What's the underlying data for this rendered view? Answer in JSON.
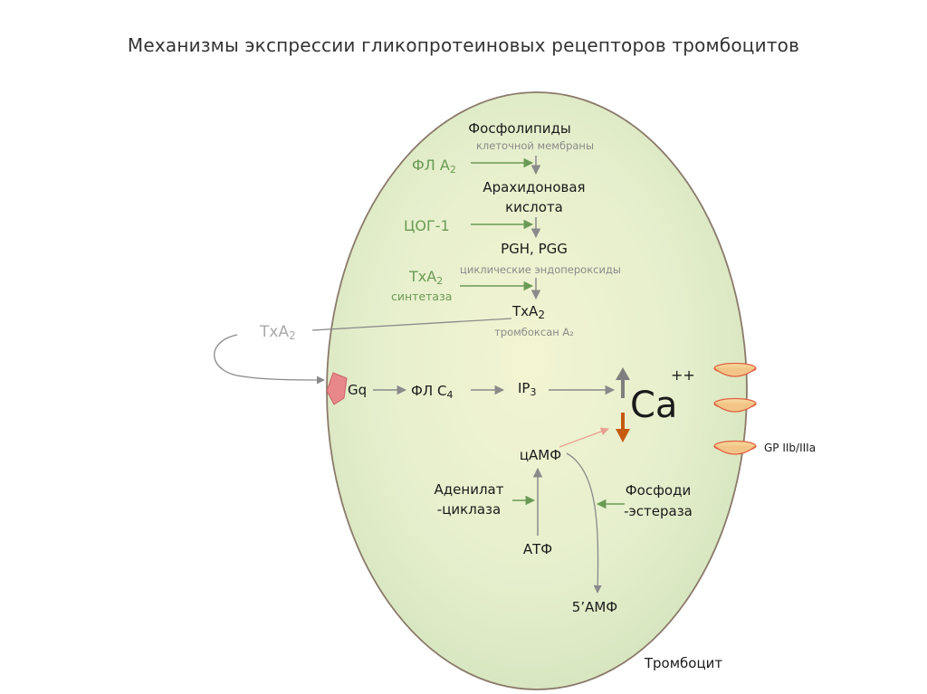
{
  "title": "Механизмы экспрессии гликопротеиновых рецепторов тромбоцитов",
  "pathway": {
    "phospholipids": "Фосфолипиды",
    "phospholipids_sub": "клеточной мембраны",
    "pla2": "ФЛ А",
    "pla2_sub": "2",
    "arachidonic_1": "Арахидоновая",
    "arachidonic_2": "кислота",
    "cox1": "ЦОГ-1",
    "pgh_pgg": "PGH, PGG",
    "pgh_pgg_sub": "циклические эндопероксиды",
    "txa2_synthase_1": "TxA",
    "txa2_synthase_sub": "2",
    "txa2_synthase_2": "синтетаза",
    "txa2_product": "TxA",
    "txa2_product_sub": "2",
    "thromboxane": "тромбоксан А₂",
    "txa2_external": "TxA",
    "txa2_external_sub": "2"
  },
  "signaling": {
    "gq": "Gq",
    "plc": "ФЛ С",
    "plc_sub": "4",
    "ip3": "IP",
    "ip3_sub": "3",
    "ca": "Ca",
    "ca_charge": "++"
  },
  "camp": {
    "camp": "цАМФ",
    "adenylate_1": "Аденилат",
    "adenylate_2": "-циклаза",
    "atp": "АТФ",
    "pde_1": "Фосфоди",
    "pde_2": "-эстераза",
    "amp": "5’АМФ"
  },
  "receptor_label": "GP IIb/IIIa",
  "cell_label": "Тромбоцит",
  "colors": {
    "inhibitor_green": "#6a9a55",
    "arrow_gray": "#8a8a8a",
    "ca_up_arrow": "#7f7f7f",
    "ca_down_arrow": "#c55a11",
    "receptor_fill": "#f5c98a",
    "receptor_outline": "#e06040",
    "gq_fill": "#e8888a",
    "cell_outline": "#8a7a6a"
  }
}
